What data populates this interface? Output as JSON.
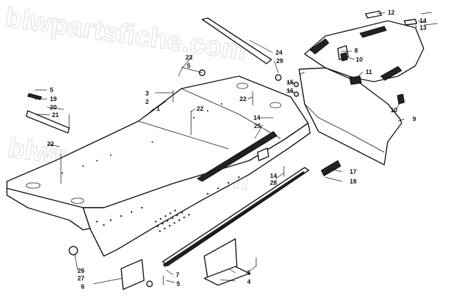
{
  "watermark": "blwpartsfiche.com",
  "callouts": {
    "c1": "1",
    "c2": "2",
    "c3": "3",
    "c4": "4",
    "c5a": "5",
    "c5b": "5",
    "c5c": "5",
    "c5d": "5",
    "c6": "6",
    "c7": "7",
    "c8": "8",
    "c9": "9",
    "c10a": "10",
    "c10b": "10",
    "c11": "11",
    "c12": "12",
    "c13": "13",
    "c14a": "14",
    "c14b": "14",
    "c14c": "14",
    "c15": "15",
    "c16": "16",
    "c17": "17",
    "c18": "18",
    "c19": "19",
    "c20": "20",
    "c21": "21",
    "c22a": "22",
    "c22b": "22",
    "c22c": "22",
    "c23": "23",
    "c24": "24",
    "c25": "25",
    "c26": "26",
    "c27": "27",
    "c28": "28",
    "c29": "29"
  }
}
